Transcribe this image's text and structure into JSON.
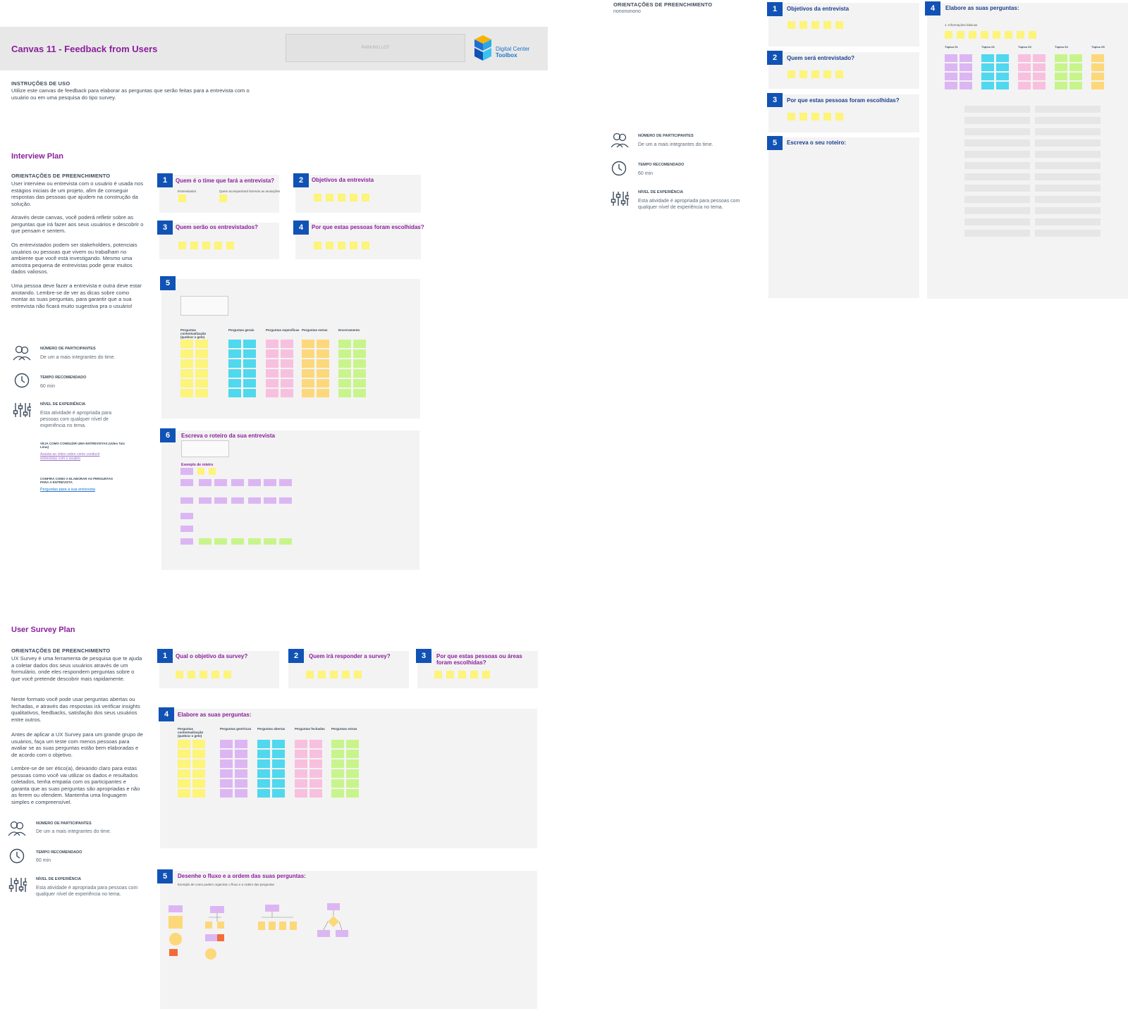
{
  "header": {
    "title": "Canvas 11 - Feedback from Users",
    "parking_lot": "PARKING LOT",
    "logo_line1": "Digital Center",
    "logo_line2": "Toolbox"
  },
  "instructions": {
    "label": "INSTRUÇÕES DE USO",
    "text": "Utilize este canvas de feedback para elaborar as perguntas que serão feitas para a entrevista com o usuário ou em uma pesquisa do tipo survey."
  },
  "interview": {
    "title": "Interview Plan",
    "guide_label": "ORIENTAÇÕES DE PREENCHIMENTO",
    "p1": "User interview ou entrevista com o usuário é usada nos estágios iniciais de um projeto, afim de conseguir respostas das pessoas que ajudem na construção da solução.",
    "p2": "Através deste canvas, você poderá refletir sobre as perguntas que irá fazer aos seus usuários e descobrir o que pensam e sentem.",
    "p3": "Os entrevistados podem ser stakeholders, potenciais usuários ou pessoas que vivem ou trabalham no ambiente que você está investigando. Mesmo uma amostra pequena de entrevistas pode gerar muitos dados valiosos.",
    "p4": "Uma pessoa deve fazer a entrevista e outra deve estar anotando. Lembre-se de ver as dicas sobre como montar as suas perguntas, para garantir que a sua entrevista não ficará muito sugestiva pra o usuário!",
    "participants_label": "NÚMERO DE PARTICIPANTES",
    "participants_val": "De um a mais integrantes do time.",
    "time_label": "TEMPO RECOMENDADO",
    "time_val": "60 min",
    "exp_label": "NÍVEL DE EXPERIÊNCIA",
    "exp_val": "Esta atividade é apropriada para pessoas com qualquer nível de experiência no tema.",
    "video_label": "VEJA COMO CONDUZIR UMA ENTREVISTAS (vídeo Tais Lima)",
    "video_link": "Assista ao vídeo sobre como conduzir entrevistas com o usuário",
    "questions_label": "CONFIRA COMO A ELABORAR AS PERGUNTAS PARA A ENTREVISTA",
    "questions_link": "Perguntas para a sua entrevista",
    "panels": [
      {
        "num": "1",
        "title": "Quem é o time que fará a entrevista?",
        "sub1": "Entrevistador",
        "sub2": "Quem acompanhará fazendo as anotações"
      },
      {
        "num": "2",
        "title": "Objetivos da entrevista"
      },
      {
        "num": "3",
        "title": "Quem serão os entrevistados?"
      },
      {
        "num": "4",
        "title": "Por que estas pessoas foram escolhidas?"
      },
      {
        "num": "5",
        "title": ""
      },
      {
        "num": "6",
        "title": "Escreva o roteiro da sua entrevista",
        "example": "Exemplo de roteiro"
      }
    ],
    "q_columns": [
      "Perguntas contextualização (quebrar o gelo)",
      "Perguntas gerais",
      "Perguntas específicas",
      "Perguntas extras",
      "Encerramento"
    ]
  },
  "survey": {
    "title": "User Survey Plan",
    "guide_label": "ORIENTAÇÕES DE PREENCHIMENTO",
    "p1": "UX Survey é uma ferramenta de pesquisa que te ajuda a coletar dados dos seus usuários através de um formulário, onde eles respondem perguntas sobre o que você pretende descobrir mais rapidamente.",
    "p2": "Neste formato você pode usar perguntas abertas ou fechadas, e através das respostas irá verificar insights qualitativos, feedbacks, satisfação dos seus usuários entre outros.",
    "p3": "Antes de aplicar a UX Survey para um grande grupo de usuários, faça um teste com menos pessoas para avaliar se as suas perguntas estão bem elaboradas e de acordo com o objetivo.",
    "p4": "Lembre-se de ser ético(a), deixando claro para estas pessoas como você vai utilizar os dados e resultados coletados, tenha empatia com os participantes e garanta que as suas perguntas são apropriadas e não as ferem ou ofendem. Mantenha uma linguagem simples e compreensível.",
    "participants_label": "NÚMERO DE PARTICIPANTES",
    "participants_val": "De um a mais integrantes do time.",
    "time_label": "TEMPO RECOMENDADO",
    "time_val": "60 min",
    "exp_label": "NÍVEL DE EXPERIÊNCIA",
    "exp_val": "Esta atividade é apropriada para pessoas com qualquer nível de experiência no tema.",
    "panels": [
      {
        "num": "1",
        "title": "Qual o objetivo da survey?"
      },
      {
        "num": "2",
        "title": "Quem irá responder a survey?"
      },
      {
        "num": "3",
        "title": "Por que estas pessoas ou áreas foram escolhidas?"
      },
      {
        "num": "4",
        "title": "Elabore as suas perguntas:"
      },
      {
        "num": "5",
        "title": "Desenhe o fluxo e a ordem das suas perguntas:",
        "sub": "Exemplo de como podem organizar o fluxo e a ordem das perguntas"
      }
    ],
    "q_columns": [
      "Perguntas contextualização (quebrar o gelo)",
      "Perguntas genéricas",
      "Perguntas abertas",
      "Perguntas fechadas",
      "Perguntas extras"
    ]
  },
  "right": {
    "guide_label": "ORIENTAÇÕES DE PREENCHIMENTO",
    "guide_text": "nonononono",
    "participants_label": "NÚMERO DE PARTICIPANTES",
    "participants_val": "De um a mais integrantes do time.",
    "time_label": "TEMPO RECOMENDADO",
    "time_val": "60 min",
    "exp_label": "NÍVEL DE EXPERIÊNCIA",
    "exp_val": "Esta atividade é apropriada para pessoas com qualquer nível de experiência no tema.",
    "panels": [
      {
        "num": "1",
        "title": "Objetivos da entrevista"
      },
      {
        "num": "2",
        "title": "Quem será entrevistado?"
      },
      {
        "num": "3",
        "title": "Por que estas pessoas foram escolhidas?"
      },
      {
        "num": "5",
        "title": "Escreva o seu roteiro:"
      },
      {
        "num": "4",
        "title": "Elabore as suas perguntas:",
        "sub": "1. Informações básicas"
      }
    ],
    "topics": [
      "Tópico 01",
      "Tópico 02",
      "Tópico 03",
      "Tópico 04",
      "Tópico 05"
    ]
  },
  "colors": {
    "purple": "#8a1f9b",
    "blue": "#1152b5",
    "yellow": "#fdf47a",
    "lilac": "#dcb6f3",
    "cyan": "#4fd8ee",
    "pink": "#f8c0df",
    "orange": "#fdd87a",
    "green": "#c8f58b"
  }
}
